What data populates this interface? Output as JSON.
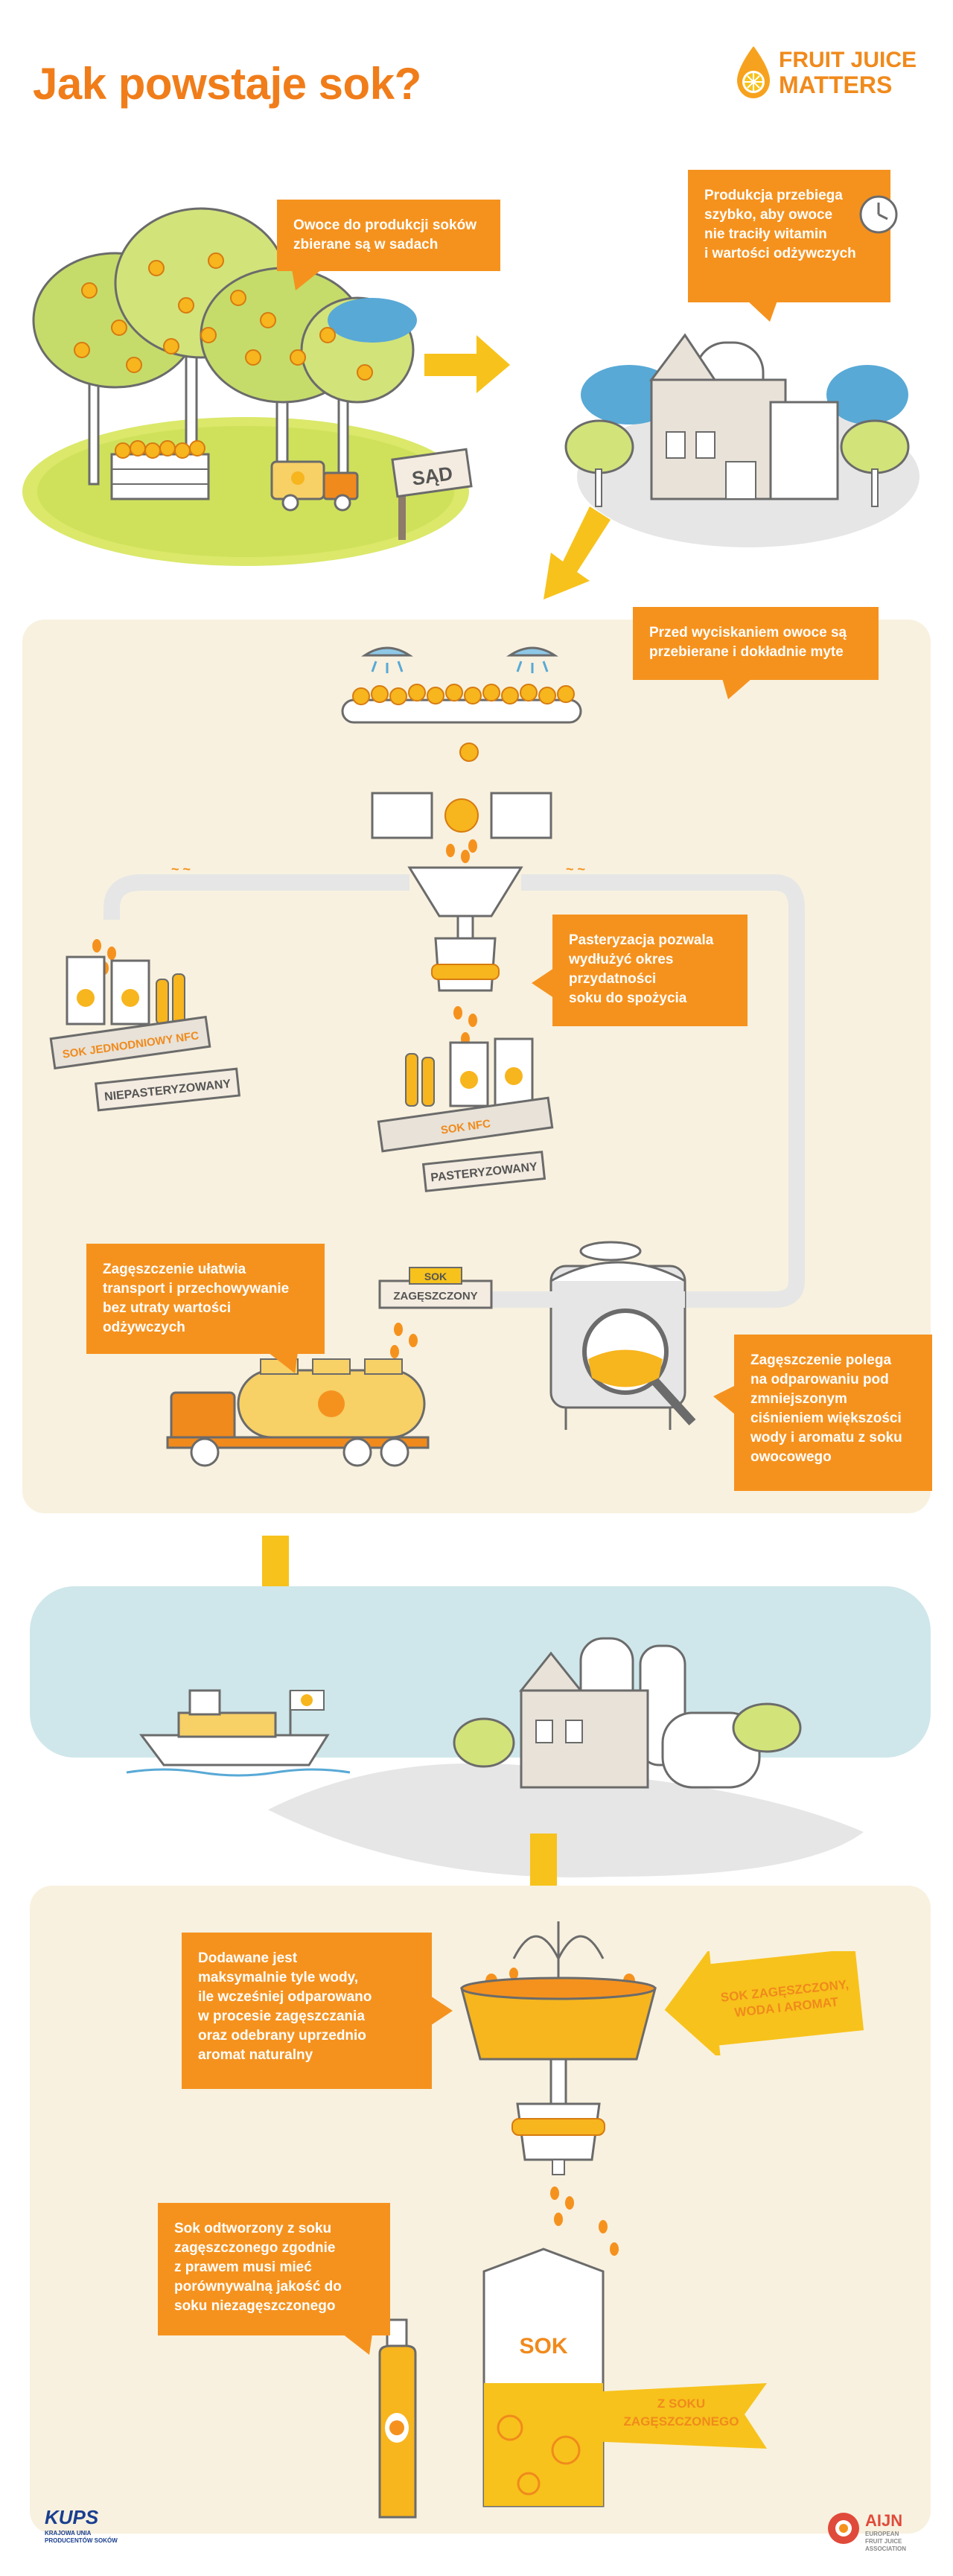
{
  "header": {
    "title": "Jak powstaje sok?",
    "logo_line1": "FRUIT JUICE",
    "logo_line2": "MATTERS"
  },
  "notes": {
    "orchard": "Owoce do produkcji soków\nzbierane są w sadach",
    "fast_production": "Produkcja przebiega\nszybko, aby owoce\nnie traciły witamin\ni wartości odżywczych",
    "washing": "Przed wyciskaniem owoce są\nprzebierane i dokładnie myte",
    "pasteurization": "Pasteryzacja pozwala\nwydłużyć okres\nprzydatności\nsoku do spożycia",
    "concentration_transport": "Zagęszczenie ułatwia\ntransport i przechowywanie\nbez utraty wartości\nodżywczych",
    "concentration_process": "Zagęszczenie polega\nna odparowaniu pod\nzmniejszonym\nciśnieniem większości\nwody i aromatu z soku\nowocowego",
    "water_added": "Dodawane jest\nmaksymalnie tyle wody,\nile wcześniej odparowano\nw procesie zagęszczania\noraz odebrany uprzednio\naromat naturalny",
    "reconstituted": "Sok odtworzony z soku\nzagęszczonego zgodnie\nz prawem musi mieć\nporównywalną jakość do\nsoku niezagęszczonego"
  },
  "labels": {
    "orchard_sign": "SĄD",
    "nfc_unpasteurized_shelf": "SOK JEDNODNIOWY NFC",
    "nfc_unpasteurized_sign": "NIEPASTERYZOWANY",
    "nfc_shelf": "SOK NFC",
    "nfc_pasteurized_sign": "PASTERYZOWANY",
    "concentrate_line1": "SOK",
    "concentrate_line2": "ZAGĘSZCZONY",
    "ingredients_arrow": "SOK ZAGĘSZCZONY,\nWODA I AROMAT",
    "carton": "SOK",
    "from_concentrate": "Z SOKU\nZAGĘSZCZONEGO"
  },
  "footer": {
    "kups": "KUPS",
    "kups_sub": "KRAJOWA UNIA\nPRODUCENTÓW SOKÓW",
    "aijn": "AIJN",
    "aijn_sub": "EUROPEAN\nFRUIT JUICE\nASSOCIATION"
  },
  "colors": {
    "orange": "#f5921e",
    "title_orange": "#f07d1a",
    "yellow": "#f7c21b",
    "beige": "#f8f1df",
    "water": "#cfe7ea",
    "grey": "#e6e6e6"
  }
}
